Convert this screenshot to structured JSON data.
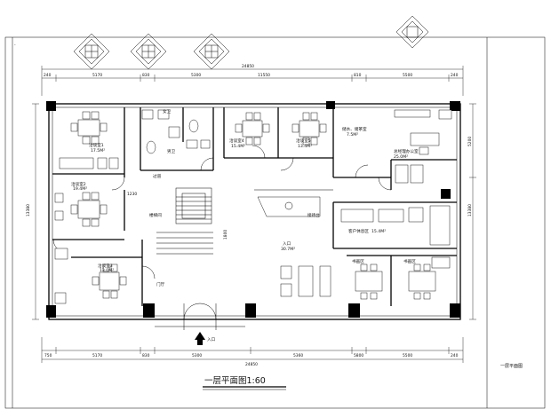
{
  "sheet": {
    "title": "一层平面图1:60",
    "side_label": "一层平面图",
    "entrance": "入口"
  },
  "dims": {
    "top_total": "24850",
    "top": [
      "240",
      "5170",
      "830",
      "5300",
      "11550",
      "810",
      "5500",
      "240"
    ],
    "bottom": [
      "750",
      "5170",
      "830",
      "5300",
      "5360",
      "5800",
      "5500",
      "240"
    ],
    "bottom_total": "24850",
    "left_total": "13380",
    "right_total": "13380",
    "right_part": "5200",
    "mid_a": "1230",
    "mid_b": "1800"
  },
  "rooms": [
    {
      "name": "洽谈室1",
      "area": "17.5M²"
    },
    {
      "name": "洽谈室2",
      "area": "19.4M²"
    },
    {
      "name": "洽谈室3",
      "area": "13.0M²"
    },
    {
      "name": "洽谈室4",
      "area": "15.4M²"
    },
    {
      "name": "洽谈室5",
      "area": "13.4M²"
    },
    {
      "name": "女卫",
      "area": ""
    },
    {
      "name": "男卫",
      "area": ""
    },
    {
      "name": "过道",
      "area": ""
    },
    {
      "name": "储水、储茶室",
      "area": "7.5M²"
    },
    {
      "name": "总经理办公室",
      "area": "25.0M²"
    },
    {
      "name": "客户休息区",
      "area": "15.4M²"
    },
    {
      "name": "书画区",
      "area": ""
    },
    {
      "name": "书画区",
      "area": ""
    },
    {
      "name": "入口",
      "area": "30.7M²"
    },
    {
      "name": "门厅",
      "area": ""
    },
    {
      "name": "接待台",
      "area": ""
    },
    {
      "name": "楼梯间",
      "area": ""
    }
  ]
}
